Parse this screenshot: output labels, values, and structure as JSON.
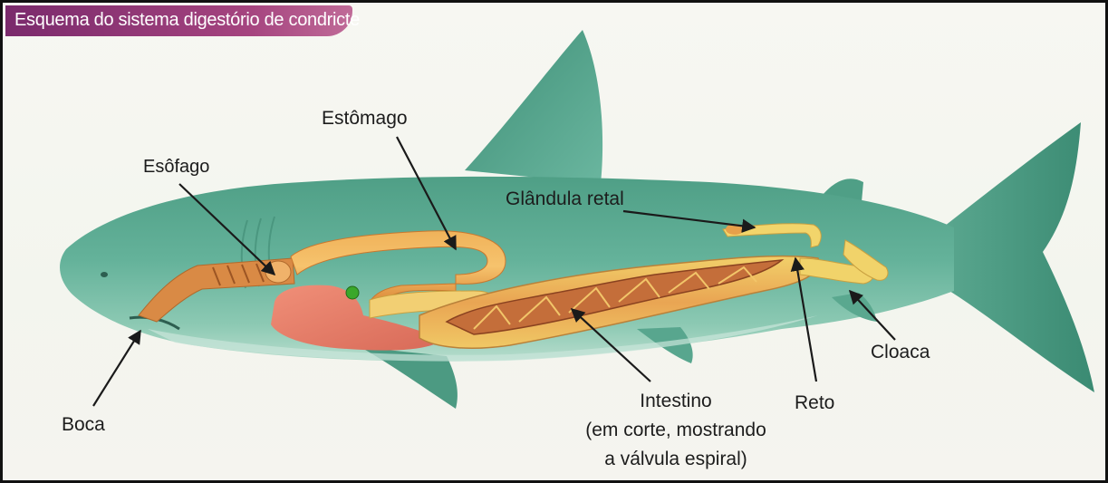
{
  "title": "Esquema do sistema digestório de condricte",
  "labels": {
    "esofago": "Esôfago",
    "estomago": "Estômago",
    "glandula_retal": "Glândula retal",
    "boca": "Boca",
    "intestino_line1": "Intestino",
    "intestino_line2": "(em corte, mostrando",
    "intestino_line3": "a válvula espiral)",
    "reto": "Reto",
    "cloaca": "Cloaca"
  },
  "colors": {
    "shark_body": "#5fae95",
    "shark_dark": "#3e8c76",
    "shark_belly": "#a9d6c4",
    "digestive_orange": "#e79a45",
    "digestive_yellow": "#f3e07a",
    "liver_red": "#e9846e",
    "gallbladder_green": "#3aa82a",
    "title_banner": "#8e3877"
  }
}
